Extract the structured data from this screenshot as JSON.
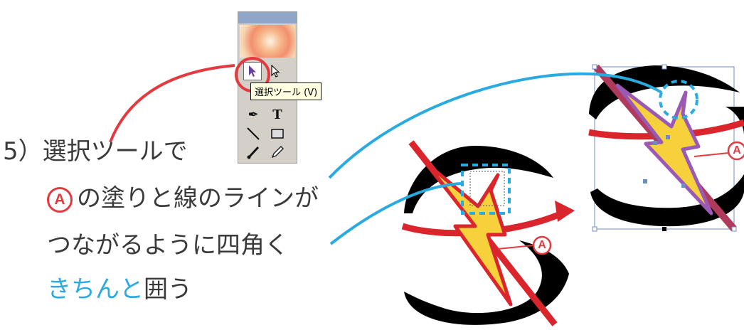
{
  "instructions": {
    "line1": "5）選択ツールで",
    "line2_marker": "A",
    "line2": "の塗りと線のラインが",
    "line3": "つながるように四角く",
    "line4_highlight": "きちんと",
    "line4_rest": "囲う"
  },
  "toolbox": {
    "tooltip": "選択ツール (V)",
    "tools": [
      "selection-tool",
      "direct-selection-tool",
      "pen-tool",
      "type-tool",
      "line-segment-tool",
      "rectangle-tool",
      "paintbrush-tool",
      "pencil-tool"
    ]
  },
  "callouts": {
    "left_label": "A",
    "right_label": "A"
  },
  "colors": {
    "marker_red": "#e33a40",
    "link_blue": "#29abe2",
    "text": "#3a3a3a",
    "art_yellow": "#f7d13b",
    "art_red": "#d9252b",
    "art_black": "#000000",
    "selection_purple": "#9b59b6"
  }
}
